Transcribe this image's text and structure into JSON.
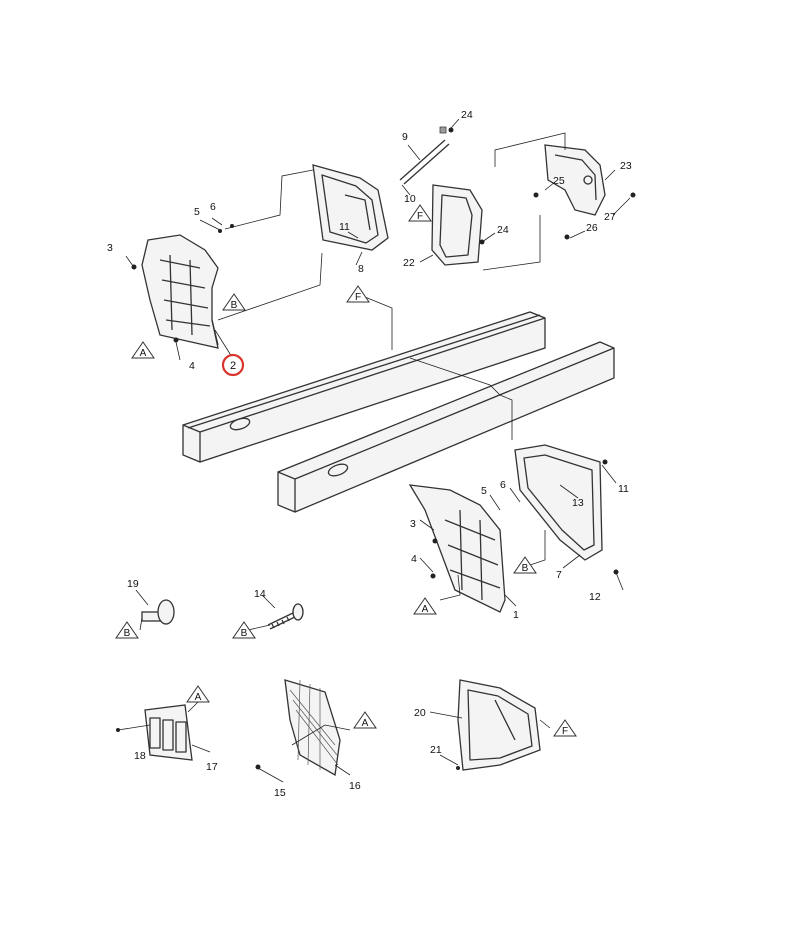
{
  "callouts": [
    {
      "n": "1"
    },
    {
      "n": "2"
    },
    {
      "n": "3"
    },
    {
      "n": "4"
    },
    {
      "n": "5"
    },
    {
      "n": "6"
    },
    {
      "n": "7"
    },
    {
      "n": "8"
    },
    {
      "n": "9"
    },
    {
      "n": "10"
    },
    {
      "n": "11"
    },
    {
      "n": "12"
    },
    {
      "n": "13"
    },
    {
      "n": "14"
    },
    {
      "n": "15"
    },
    {
      "n": "16"
    },
    {
      "n": "17"
    },
    {
      "n": "18"
    },
    {
      "n": "19"
    },
    {
      "n": "20"
    },
    {
      "n": "21"
    },
    {
      "n": "22"
    },
    {
      "n": "23"
    },
    {
      "n": "24"
    },
    {
      "n": "25"
    },
    {
      "n": "26"
    },
    {
      "n": "27"
    }
  ],
  "section_labels": {
    "a": "A",
    "b": "B",
    "f": "F"
  },
  "highlighted_callout": "2",
  "colors": {
    "highlight_ring": "#d9342b",
    "line": "#333333"
  }
}
